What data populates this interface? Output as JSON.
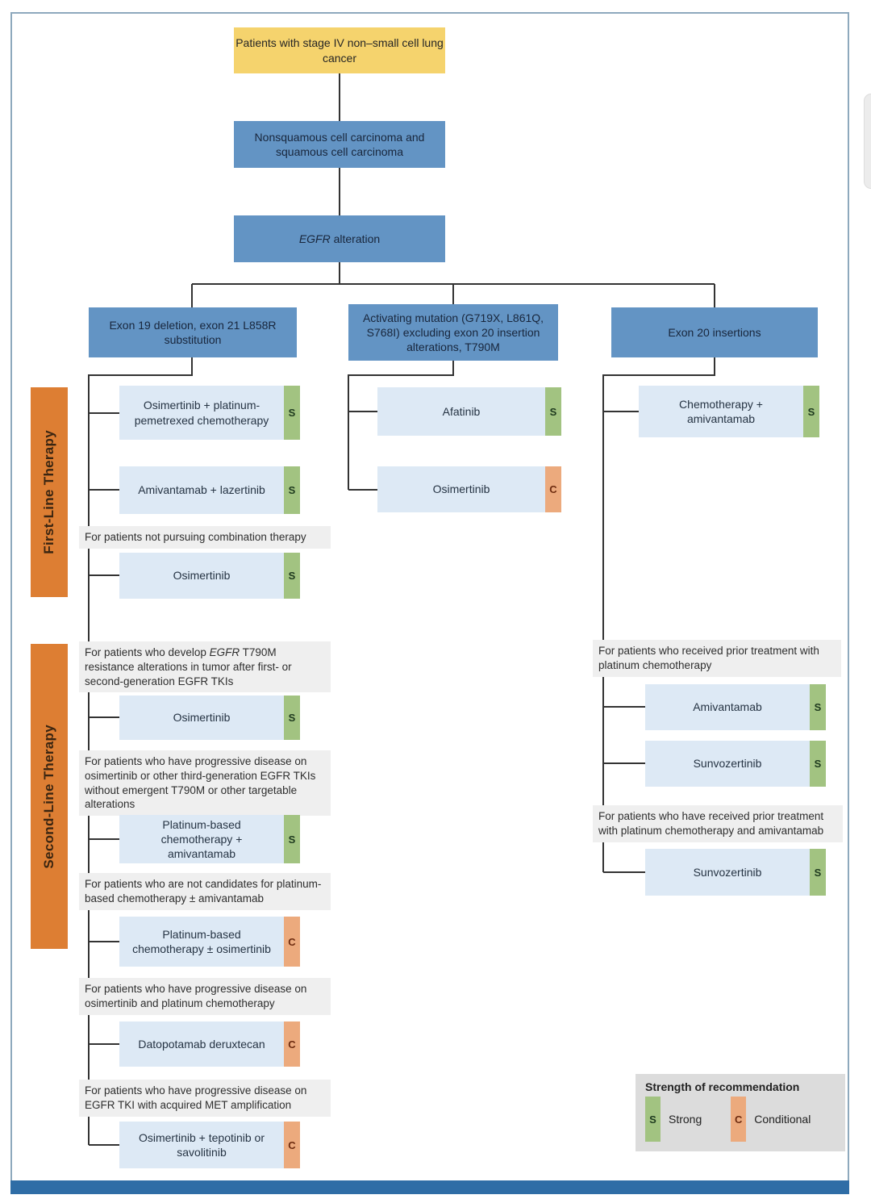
{
  "top_chain": {
    "root": "Patients with stage IV non–small cell lung cancer",
    "histology": "Nonsquamous cell carcinoma and squamous cell carcinoma",
    "egfr_gene": "EGFR",
    "egfr_rest": " alteration"
  },
  "branches": {
    "exon19": "Exon 19 deletion, exon 21 L858R substitution",
    "activating": "Activating mutation (G719X, L861Q, S768I) excluding exon 20 insertion alterations, T790M",
    "exon20": "Exon 20 insertions"
  },
  "side_labels": {
    "first_line": "First-Line Therapy",
    "second_line": "Second-Line Therapy"
  },
  "left": {
    "fl1": {
      "label": "Osimertinib + platinum-pemetrexed chemotherapy",
      "tag": "S"
    },
    "fl2": {
      "label": "Amivantamab + lazertinib",
      "tag": "S"
    },
    "fl_note": "For patients not pursuing combination therapy",
    "fl3": {
      "label": "Osimertinib",
      "tag": "S"
    },
    "sl_note1_pre": "For patients who develop ",
    "sl_note1_gene": "EGFR",
    "sl_note1_post": " T790M resistance alterations in tumor after first- or second-generation EGFR TKIs",
    "sl1": {
      "label": "Osimertinib",
      "tag": "S"
    },
    "sl_note2": "For patients who have progressive disease on osimertinib or other third-generation EGFR TKIs without emergent T790M or other targetable alterations",
    "sl2": {
      "label": "Platinum-based chemotherapy + amivantamab",
      "tag": "S"
    },
    "sl_note3": "For patients who are not candidates for platinum-based chemotherapy ± amivantamab",
    "sl3": {
      "label": "Platinum-based chemotherapy ± osimertinib",
      "tag": "C"
    },
    "sl_note4": "For patients who have progressive disease on osimertinib and platinum chemotherapy",
    "sl4": {
      "label": "Datopotamab deruxtecan",
      "tag": "C"
    },
    "sl_note5": "For patients who have progressive disease on EGFR TKI with acquired MET amplification",
    "sl5": {
      "label": "Osimertinib + tepotinib or savolitinib",
      "tag": "C"
    }
  },
  "middle": {
    "fl1": {
      "label": "Afatinib",
      "tag": "S"
    },
    "fl2": {
      "label": "Osimertinib",
      "tag": "C"
    }
  },
  "right": {
    "fl1": {
      "label": "Chemotherapy + amivantamab",
      "tag": "S"
    },
    "sl_note1": "For patients who received prior treatment with platinum chemotherapy",
    "sl1": {
      "label": "Amivantamab",
      "tag": "S"
    },
    "sl2": {
      "label": "Sunvozertinib",
      "tag": "S"
    },
    "sl_note2": "For patients who have received prior treatment with platinum chemotherapy and amivantamab",
    "sl3": {
      "label": "Sunvozertinib",
      "tag": "S"
    }
  },
  "legend": {
    "title": "Strength of recommendation",
    "strong_letter": "S",
    "strong_label": "Strong",
    "conditional_letter": "C",
    "conditional_label": "Conditional"
  },
  "colors": {
    "yellow_box": "#f5d36d",
    "blue_box": "#6394c4",
    "light_blue_box": "#dde9f5",
    "strong_green": "#a2c381",
    "conditional_orange": "#ecaa7d",
    "sidebar_orange": "#dd7e33",
    "note_gray": "#efefef",
    "legend_gray": "#dcdcdc",
    "footer_blue": "#2f6da6",
    "frame_border": "#8ea9bd",
    "connector": "#333333"
  }
}
